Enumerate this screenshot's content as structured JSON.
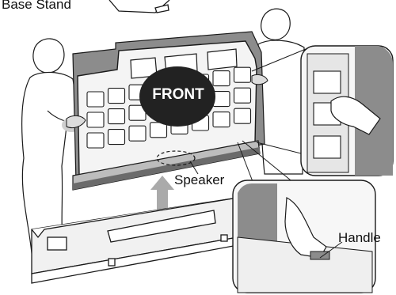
{
  "labels": {
    "base_stand": "Base Stand",
    "front": "FRONT",
    "speaker": "Speaker",
    "handle": "Handle"
  },
  "colors": {
    "line": "#1a1a1a",
    "panel": "#f4f4f4",
    "shade": "#8c8c8c",
    "dark_shade": "#555555",
    "front_ellipse": "#222222",
    "arrow": "#aaaaaa",
    "figure": "#ffffff"
  }
}
